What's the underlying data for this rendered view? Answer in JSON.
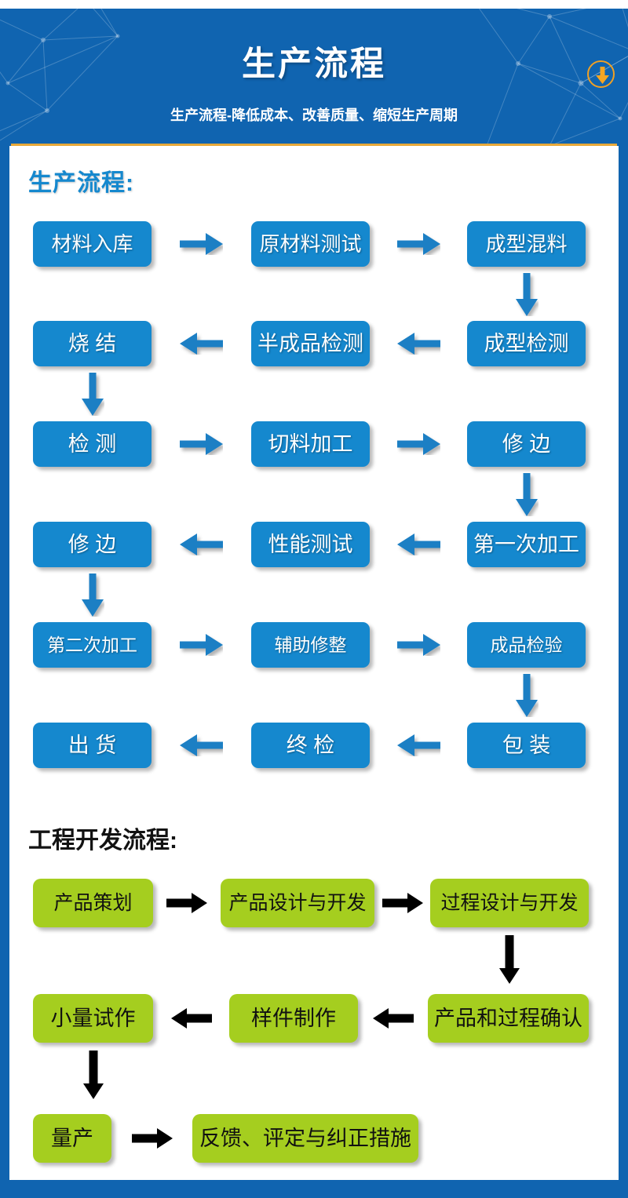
{
  "header": {
    "title": "生产流程",
    "subtitle": "生产流程-降低成本、改善质量、缩短生产周期",
    "download_icon": "download-arrow-icon",
    "bg_color": "#1064b0",
    "rule_color": "#e8a93a",
    "icon_color": "#f0a024"
  },
  "sections": [
    {
      "id": "production-flow",
      "heading": "生产流程:",
      "heading_color": "#1588ce",
      "box_color": "#1588ce",
      "text_color": "#ffffff",
      "arrow_color": "#1f7fc4",
      "rows": [
        {
          "direction": "right",
          "boxes": [
            "材料入库",
            "原材料测试",
            "成型混料"
          ],
          "arrows": [
            "arrow-right",
            "arrow-right"
          ],
          "down_arrow_after": "col3"
        },
        {
          "direction": "left",
          "boxes": [
            "烧 结",
            "半成品检测",
            "成型检测"
          ],
          "arrows": [
            "arrow-left",
            "arrow-left"
          ],
          "down_arrow_after": "col1"
        },
        {
          "direction": "right",
          "boxes": [
            "检 测",
            "切料加工",
            "修 边"
          ],
          "arrows": [
            "arrow-right",
            "arrow-right"
          ],
          "down_arrow_after": "col3"
        },
        {
          "direction": "left",
          "boxes": [
            "修 边",
            "性能测试",
            "第一次加工"
          ],
          "arrows": [
            "arrow-left",
            "arrow-left"
          ],
          "down_arrow_after": "col1"
        },
        {
          "direction": "right",
          "boxes": [
            "第二次加工",
            "辅助修整",
            "成品检验"
          ],
          "arrows": [
            "arrow-right",
            "arrow-right"
          ],
          "down_arrow_after": "col3"
        },
        {
          "direction": "left",
          "boxes": [
            "出 货",
            "终 检",
            "包 装"
          ],
          "arrows": [
            "arrow-left",
            "arrow-left"
          ],
          "down_arrow_after": null
        }
      ]
    },
    {
      "id": "engineering-development-flow",
      "heading": "工程开发流程:",
      "heading_color": "#121212",
      "box_color": "#a5ce1f",
      "text_color": "#111111",
      "arrow_color": "#000000",
      "rows": [
        {
          "direction": "right",
          "boxes": [
            "产品策划",
            "产品设计与开发",
            "过程设计与开发"
          ],
          "arrows": [
            "arrow-right",
            "arrow-right"
          ],
          "down_arrow_after": "col3"
        },
        {
          "direction": "left",
          "boxes": [
            "小量试作",
            "样件制作",
            "产品和过程确认"
          ],
          "arrows": [
            "arrow-left",
            "arrow-left"
          ],
          "down_arrow_after": "col1"
        },
        {
          "direction": "right",
          "boxes": [
            "量产",
            "反馈、评定与纠正措施"
          ],
          "arrows": [
            "arrow-right"
          ],
          "down_arrow_after": null
        }
      ]
    }
  ]
}
